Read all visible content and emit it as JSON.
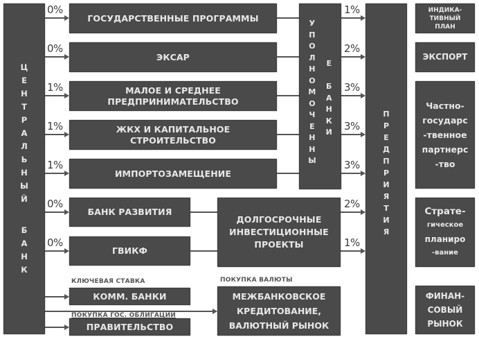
{
  "central_bank": {
    "label_letters_1": [
      "Ц",
      "Е",
      "Н",
      "Т",
      "Р",
      "А",
      "Л",
      "Ь",
      "Н",
      "Ы",
      "Й"
    ],
    "label_letters_2": [
      "Б",
      "А",
      "Н",
      "К"
    ],
    "label": "ЦЕНТРАЛЬНЫЙ БАНК"
  },
  "programs": [
    {
      "label": "ГОСУДАРСТВЕННЫЕ ПРОГРАММЫ",
      "rate_in": "0%",
      "rate_out": "1%"
    },
    {
      "label": "ЭКСАР",
      "rate_in": "0%",
      "rate_out": "2%"
    },
    {
      "label": "МАЛОЕ И СРЕДНЕЕ ПРЕДПРИНИМАТЕЛЬСТВО",
      "rate_in": "1%",
      "rate_out": "3%"
    },
    {
      "label": "ЖКХ И КАПИТАЛЬНОЕ СТРОИТЕЛЬСТВО",
      "rate_in": "1%",
      "rate_out": "3%"
    },
    {
      "label": "ИМПОРТОЗАМЕЩЕНИЕ",
      "rate_in": "1%",
      "rate_out": "3%"
    }
  ],
  "development": [
    {
      "label": "БАНК РАЗВИТИЯ",
      "rate_in": "0%",
      "rate_out": "2%"
    },
    {
      "label": "ГВИКФ",
      "rate_in": "0%",
      "rate_out": "1%"
    }
  ],
  "long_term_projects": {
    "label": "ДОЛГОСРОЧНЫЕ ИНВЕСТИЦИОННЫЕ ПРОЕКТЫ"
  },
  "authorized_banks": {
    "label": "УПОЛНОМОЧЕННЫЕ БАНКИ",
    "col1": [
      "У",
      "П",
      "О",
      "Л",
      "Н",
      "О",
      "М",
      "О",
      "Ч",
      "Е",
      "Н",
      "Н",
      "Ы"
    ],
    "col2": [
      "Е",
      "",
      "Б",
      "А",
      "Н",
      "К",
      "И"
    ]
  },
  "enterprises": {
    "label": "ПРЕДПРИЯТИЯ",
    "letters": [
      "П",
      "Р",
      "Е",
      "Д",
      "П",
      "Р",
      "И",
      "Я",
      "Т",
      "И",
      "Я"
    ]
  },
  "right_column": [
    {
      "label": "ИНДИКА-ТИВНЫЙ ПЛАН",
      "lines": [
        "ИНДИКА-",
        "ТИВНЫЙ",
        "ПЛАН"
      ]
    },
    {
      "label": "ЭКСПОРТ",
      "lines": [
        "ЭКСПОРТ"
      ]
    },
    {
      "label": "Частно-государственное партнерство",
      "lines": [
        "Частно-",
        "государс",
        "-твенное",
        "партнерс",
        "-тво"
      ]
    },
    {
      "label": "Стратегическое планирование",
      "lines": [
        "Страте-",
        "гическое",
        "планиро",
        "-вание"
      ]
    },
    {
      "label": "ФИНАНСОВЫЙ РЫНОК",
      "lines": [
        "ФИНАН-",
        "СОВЫЙ",
        "РЫНОК"
      ]
    }
  ],
  "bottom": {
    "key_rate_label": "КЛЮЧЕВАЯ СТАВКА",
    "comm_banks": "КОММ. БАНКИ",
    "bond_label": "ПОКУПКА ГОС. ОБЛИГАЦИЙ",
    "government": "ПРАВИТЕЛЬСТВО",
    "currency_label": "ПОКУПКА ВАЛЮТЫ",
    "interbank_lines": [
      "МЕЖБАНКОВСКОЕ",
      "КРЕДИТОВАНИЕ,",
      "ВАЛЮТНЫЙ РЫНОК"
    ]
  },
  "colors": {
    "box": "#4a4a4a",
    "text": "#e8e8e8",
    "line": "#555555",
    "background": "#ffffff"
  }
}
